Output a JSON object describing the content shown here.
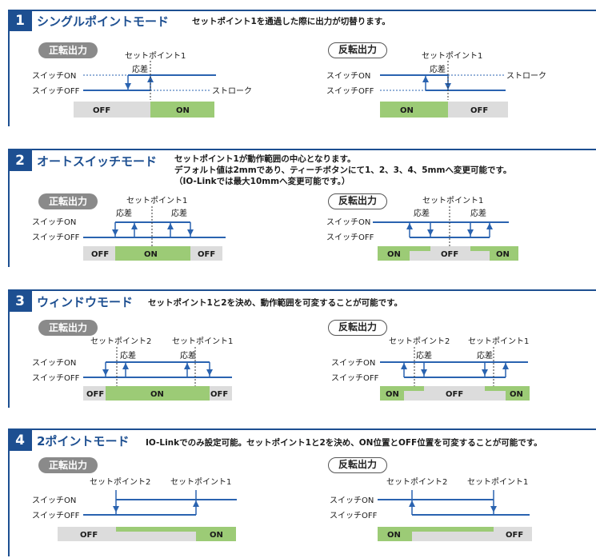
{
  "sections": [
    {
      "number": "1",
      "title": "シングルポイントモード",
      "description": [
        "セットポイント1を通過した際に出力が切替ります。"
      ]
    },
    {
      "number": "2",
      "title": "オートスイッチモード",
      "description": [
        "セットポイント1が動作範囲の中心となります。",
        "デフォルト値は2mmであり、ティーチボタンにて1、2、3、4、5mmへ変更可能です。",
        "（IO-Linkでは最大10mmへ変更可能です。）"
      ]
    },
    {
      "number": "3",
      "title": "ウィンドウモード",
      "description": [
        "セットポイント1と2を決め、動作範囲を可変することが可能です。"
      ]
    },
    {
      "number": "4",
      "title": "2ポイントモード",
      "description": [
        "IO-Linkでのみ設定可能。セットポイント1と2を決め、ON位置とOFF位置を可変することが可能です。"
      ]
    }
  ],
  "labels": {
    "positive_output": "正転出力",
    "negative_output": "反転出力",
    "switch_on": "スイッチON",
    "switch_off": "スイッチOFF",
    "setpoint1": "セットポイント1",
    "setpoint2": "セットポイント2",
    "hysteresis": "応差",
    "stroke": "ストローク",
    "on": "ON",
    "off": "OFF"
  },
  "colors": {
    "accent": "#1d4f91",
    "signal_line": "#2a63b0",
    "on_bar": "#9ccb76",
    "off_bar": "#dcdcdc"
  }
}
